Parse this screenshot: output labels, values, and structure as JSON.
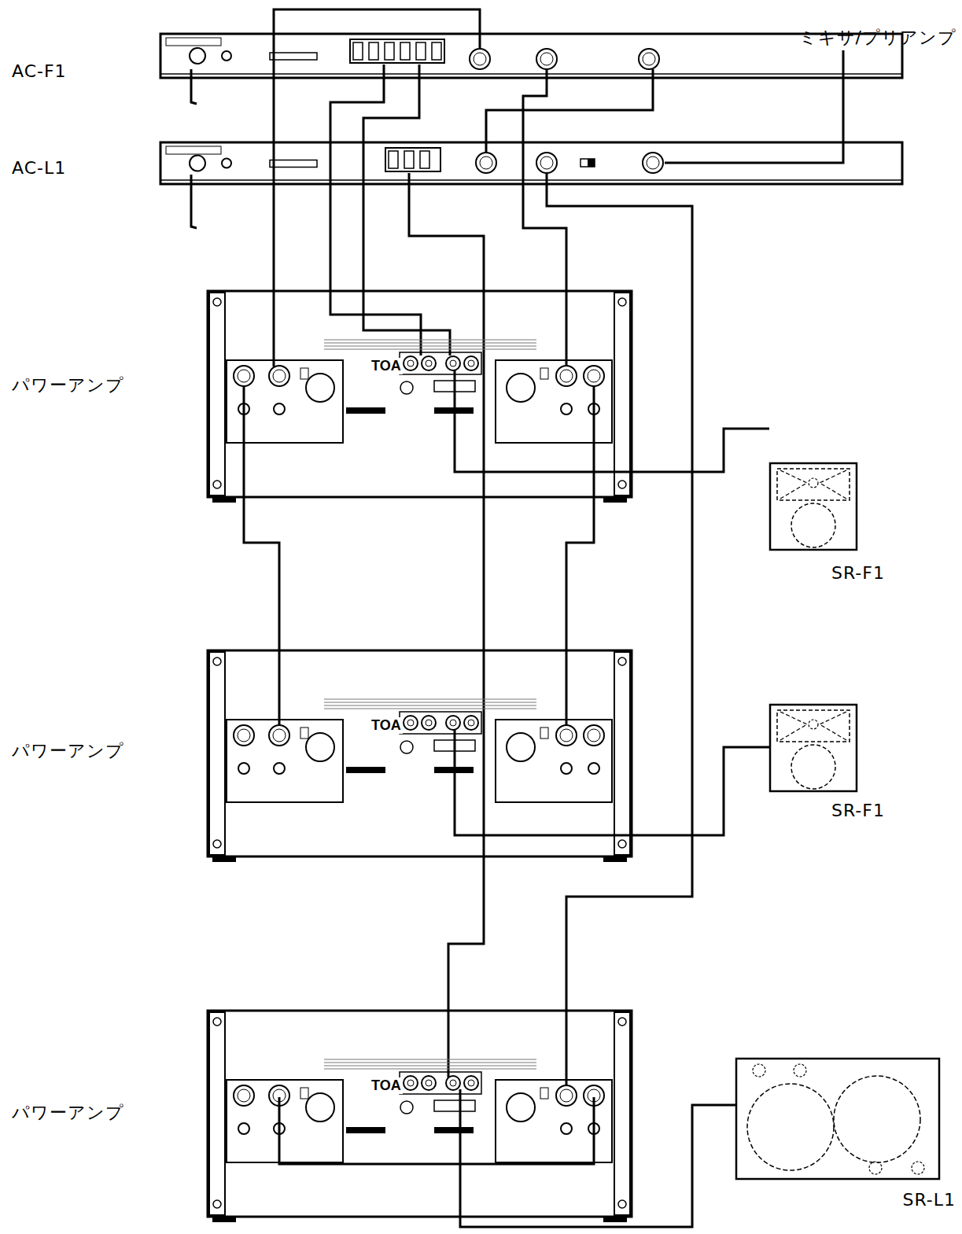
{
  "diagram": {
    "nodes": [
      {
        "text": [
          "AC-F1"
        ]
      },
      {
        "text": [
          "AC-L1"
        ]
      },
      {
        "text": [
          "パワーアンプ",
          "TOA"
        ]
      },
      {
        "text": [
          "パワーアンプ",
          "TOA"
        ]
      },
      {
        "text": [
          "パワーアンプ",
          "TOA"
        ]
      },
      {
        "text": [
          "SR-F1"
        ]
      },
      {
        "text": [
          "SR-F1"
        ]
      },
      {
        "text": [
          "SR-L1"
        ]
      }
    ],
    "edges": [
      {
        "from": 0,
        "to": 2,
        "arrow": "none"
      },
      {
        "from": 0,
        "to": 2,
        "arrow": "none"
      },
      {
        "from": 0,
        "to": 2,
        "arrow": "none"
      },
      {
        "from": 1,
        "to": 0,
        "arrow": "none"
      },
      {
        "from": 0,
        "to": 2,
        "arrow": "none"
      },
      {
        "from": 1,
        "to": 4,
        "arrow": "none"
      },
      {
        "from": 1,
        "to": 4,
        "arrow": "none"
      },
      {
        "from": 2,
        "to": 3,
        "arrow": "none"
      },
      {
        "from": 2,
        "to": 3,
        "arrow": "none"
      },
      {
        "from": 2,
        "to": 5,
        "arrow": "none"
      },
      {
        "from": 3,
        "to": 6,
        "arrow": "none"
      },
      {
        "from": 4,
        "to": 7,
        "arrow": "none"
      }
    ],
    "labels": [
      "ミキサ/プリアンプ"
    ]
  }
}
